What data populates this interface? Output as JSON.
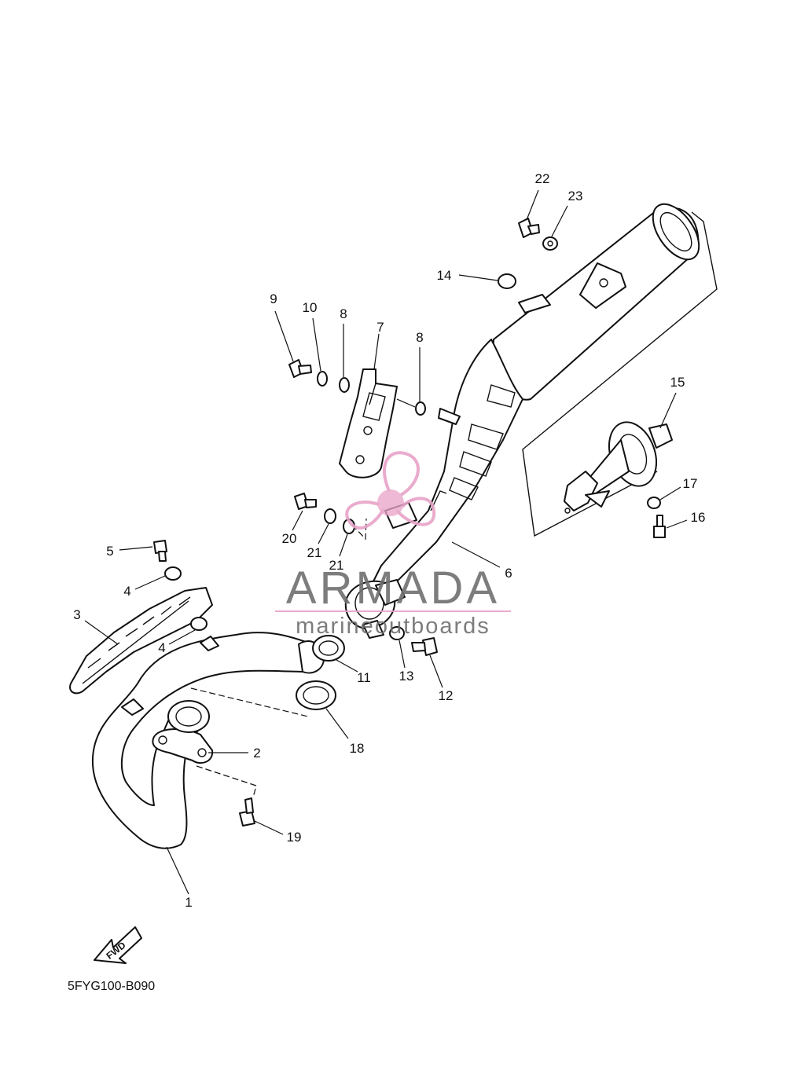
{
  "diagram_code": "5FYG100-B090",
  "fwd_label": "FWD",
  "watermark": {
    "brand": "ARMADA",
    "tagline": "marineoutboards",
    "accent_color": "#e8a3c8",
    "text_color": "#6f6f6f"
  },
  "callouts": {
    "c1": "1",
    "c2": "2",
    "c3": "3",
    "c4a": "4",
    "c4b": "4",
    "c5": "5",
    "c6": "6",
    "c7": "7",
    "c8a": "8",
    "c8b": "8",
    "c9": "9",
    "c10": "10",
    "c11": "11",
    "c12": "12",
    "c13": "13",
    "c14": "14",
    "c15": "15",
    "c16": "16",
    "c17": "17",
    "c18": "18",
    "c19": "19",
    "c20": "20",
    "c21a": "21",
    "c21b": "21",
    "c22": "22",
    "c23": "23"
  }
}
